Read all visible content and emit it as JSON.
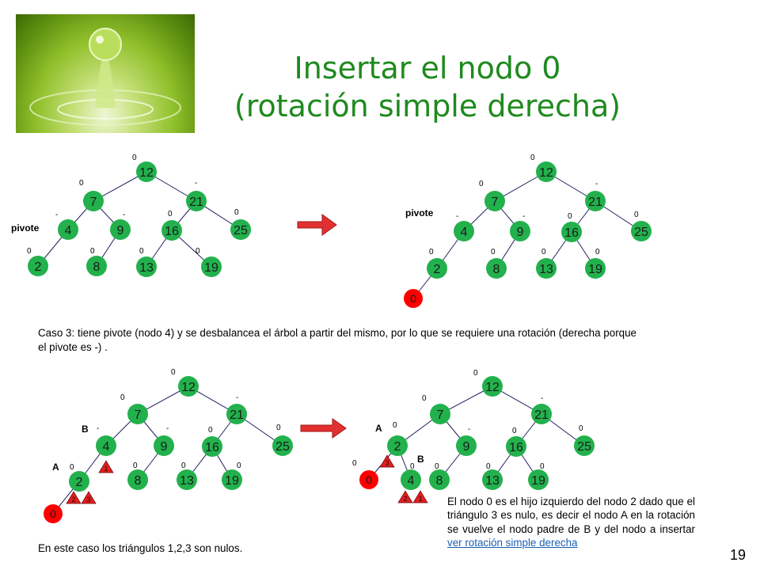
{
  "title": {
    "line1": "Insertar el nodo 0",
    "line2": "(rotación simple derecha)"
  },
  "colors": {
    "title": "#1e8a1e",
    "node_fill": "#22b14c",
    "new_node_fill": "#ff0000",
    "edge": "#1f1f5c",
    "arrow": "#e23030"
  },
  "labels": {
    "pivote": "pivote",
    "A": "A",
    "B": "B"
  },
  "trees": {
    "top_left": {
      "nodes": [
        {
          "id": "n12",
          "text": "12",
          "bal": "0"
        },
        {
          "id": "n7",
          "text": "7",
          "bal": "0"
        },
        {
          "id": "n21",
          "text": "21",
          "bal": "-"
        },
        {
          "id": "n4",
          "text": "4",
          "bal": "-"
        },
        {
          "id": "n9",
          "text": "9",
          "bal": "-"
        },
        {
          "id": "n16",
          "text": "16",
          "bal": "0"
        },
        {
          "id": "n25",
          "text": "25",
          "bal": "0"
        },
        {
          "id": "n2",
          "text": "2",
          "bal": "0"
        },
        {
          "id": "n8",
          "text": "8",
          "bal": "0"
        },
        {
          "id": "n13",
          "text": "13",
          "bal": "0"
        },
        {
          "id": "n19",
          "text": "19",
          "bal": "0"
        }
      ]
    },
    "top_right": {
      "nodes": [
        {
          "id": "n12",
          "text": "12",
          "bal": "0"
        },
        {
          "id": "n7",
          "text": "7",
          "bal": "0"
        },
        {
          "id": "n21",
          "text": "21",
          "bal": "-"
        },
        {
          "id": "n4",
          "text": "4",
          "bal": "-"
        },
        {
          "id": "n9",
          "text": "9",
          "bal": "-"
        },
        {
          "id": "n16",
          "text": "16",
          "bal": "0"
        },
        {
          "id": "n25",
          "text": "25",
          "bal": "0"
        },
        {
          "id": "n2",
          "text": "2",
          "bal": "0"
        },
        {
          "id": "n8",
          "text": "8",
          "bal": "0"
        },
        {
          "id": "n13",
          "text": "13",
          "bal": "0"
        },
        {
          "id": "n19",
          "text": "19",
          "bal": "0"
        },
        {
          "id": "n0",
          "text": "0",
          "bal": ""
        }
      ]
    },
    "bottom_left": {
      "nodes": [
        {
          "id": "n12",
          "text": "12",
          "bal": "0"
        },
        {
          "id": "n7",
          "text": "7",
          "bal": "0"
        },
        {
          "id": "n21",
          "text": "21",
          "bal": "-"
        },
        {
          "id": "n4",
          "text": "4",
          "bal": "-"
        },
        {
          "id": "n9",
          "text": "9",
          "bal": "-"
        },
        {
          "id": "n16",
          "text": "16",
          "bal": "0"
        },
        {
          "id": "n25",
          "text": "25",
          "bal": "0"
        },
        {
          "id": "n2",
          "text": "2",
          "bal": "0"
        },
        {
          "id": "n8",
          "text": "8",
          "bal": "0"
        },
        {
          "id": "n13",
          "text": "13",
          "bal": "0"
        },
        {
          "id": "n19",
          "text": "19",
          "bal": "0"
        },
        {
          "id": "n0",
          "text": "0",
          "bal": ""
        }
      ],
      "triangles": [
        "1",
        "2",
        "3"
      ]
    },
    "bottom_right": {
      "nodes": [
        {
          "id": "n12",
          "text": "12",
          "bal": "0"
        },
        {
          "id": "n7",
          "text": "7",
          "bal": "0"
        },
        {
          "id": "n21",
          "text": "21",
          "bal": "-"
        },
        {
          "id": "n2",
          "text": "2",
          "bal": "0"
        },
        {
          "id": "n9",
          "text": "9",
          "bal": "-"
        },
        {
          "id": "n16",
          "text": "16",
          "bal": "0"
        },
        {
          "id": "n25",
          "text": "25",
          "bal": "0"
        },
        {
          "id": "n0",
          "text": "0",
          "bal": "0"
        },
        {
          "id": "n4",
          "text": "4",
          "bal": "0"
        },
        {
          "id": "n8",
          "text": "8",
          "bal": "0"
        },
        {
          "id": "n13",
          "text": "13",
          "bal": "0"
        },
        {
          "id": "n19",
          "text": "19",
          "bal": "0"
        }
      ],
      "triangles": [
        "3",
        "2",
        "1"
      ]
    }
  },
  "caso3_text": "Caso 3: tiene pivote (nodo 4) y se desbalancea el árbol a partir del mismo, por lo que se requiere una rotación (derecha porque el pivote es -) .",
  "triangles_note": "En este caso los triángulos 1,2,3 son nulos.",
  "explanation": {
    "text": "El nodo 0 es el hijo izquierdo del nodo 2 dado que el triángulo 3 es nulo, es decir el nodo A en la rotación se vuelve el nodo padre de B y del nodo a insertar ",
    "link": "ver rotación simple derecha"
  },
  "page_number": "19"
}
